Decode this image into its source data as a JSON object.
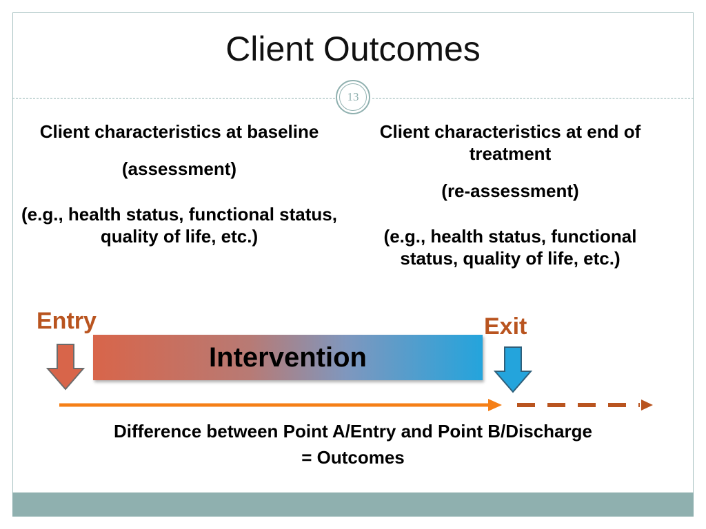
{
  "slide": {
    "title": "Client Outcomes",
    "number": "13"
  },
  "baseline": {
    "heading": "Client characteristics at baseline",
    "phase": "(assessment)",
    "examples": "(e.g., health status, functional status, quality of life, etc.)"
  },
  "end": {
    "heading": "Client characteristics at end of treatment",
    "phase": "(re-assessment)",
    "examples": "(e.g., health status, functional status, quality of life, etc.)"
  },
  "timeline": {
    "entry_label": "Entry",
    "exit_label": "Exit",
    "intervention_label": "Intervention"
  },
  "conclusion": {
    "line1": "Difference between Point A/Entry and Point B/Discharge",
    "line2": "= Outcomes"
  },
  "colors": {
    "accent_label": "#b9541f",
    "entry_arrow": "#d8654a",
    "exit_arrow": "#24a4dc",
    "timeline_solid": "#f57f17",
    "timeline_dashed": "#b9541f",
    "theme": "#8fb0af"
  }
}
